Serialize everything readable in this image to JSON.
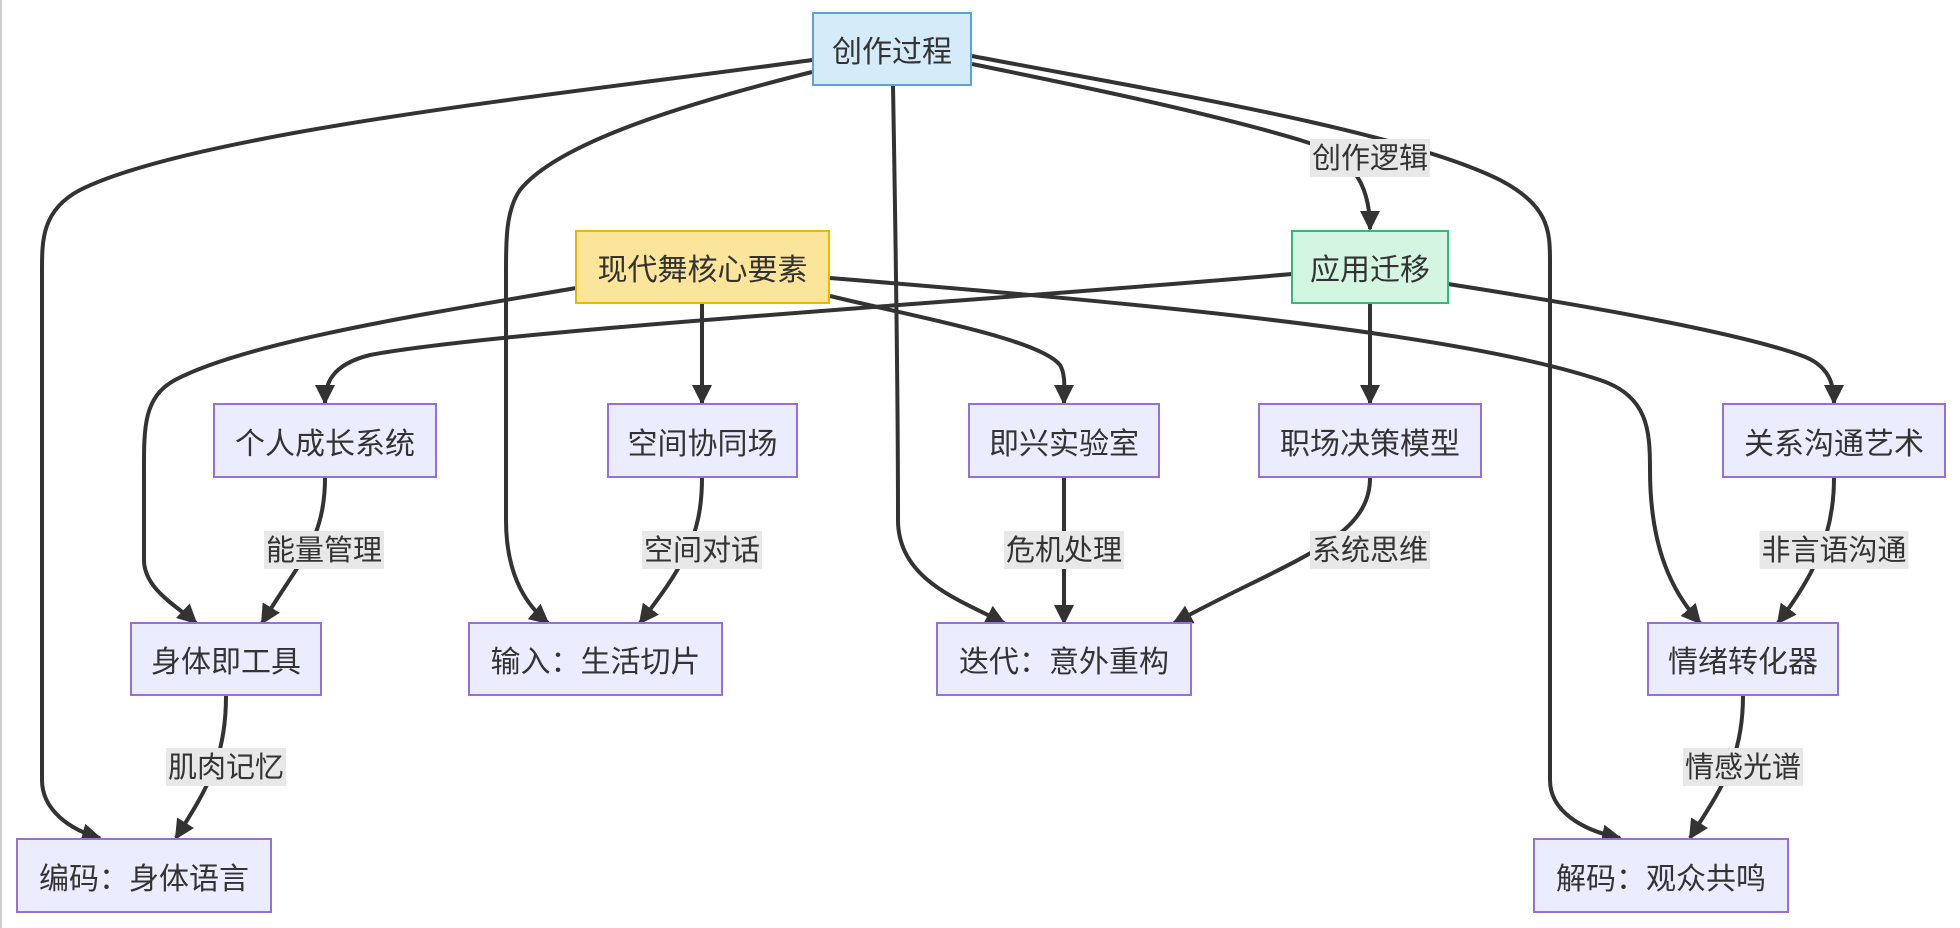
{
  "diagram": {
    "nodes": {
      "process": "创作过程",
      "core": "现代舞核心要素",
      "apply": "应用迁移",
      "growth": "个人成长系统",
      "space": "空间协同场",
      "improv": "即兴实验室",
      "workplace": "职场决策模型",
      "relation": "关系沟通艺术",
      "bodytool": "身体即工具",
      "input": "输入：生活切片",
      "iterate": "迭代：意外重构",
      "emotion": "情绪转化器",
      "encode": "编码：身体语言",
      "decode": "解码：观众共鸣"
    },
    "edge_labels": {
      "creative_logic": "创作逻辑",
      "energy": "能量管理",
      "space_dialog": "空间对话",
      "crisis": "危机处理",
      "systems": "系统思维",
      "nonverbal": "非言语沟通",
      "muscle": "肌肉记忆",
      "spectrum": "情感光谱"
    }
  },
  "colors": {
    "default_fill": "#ececff",
    "default_border": "#9370db",
    "process_fill": "#d6ebfa",
    "core_fill": "#fbe59b",
    "apply_fill": "#d3f5e2",
    "edge": "#333333",
    "label_bg": "#e8e8e8"
  }
}
